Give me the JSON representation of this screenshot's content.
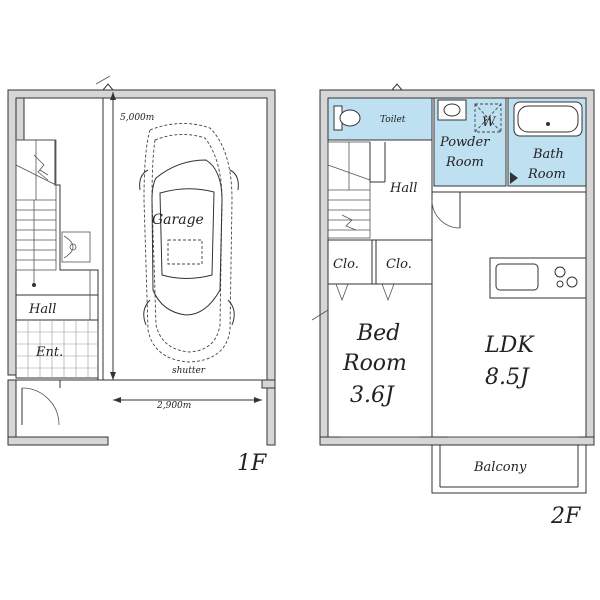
{
  "floor1": {
    "label": "1F",
    "rooms": {
      "garage": "Garage",
      "hall": "Hall",
      "entrance": "Ent."
    },
    "dim_depth": "5,000m",
    "dim_width": "2,900m",
    "shutter": "shutter"
  },
  "floor2": {
    "label": "2F",
    "rooms": {
      "toilet": "Toilet",
      "washer": "W",
      "powder_line1": "Powder",
      "powder_line2": "Room",
      "bath_line1": "Bath",
      "bath_line2": "Room",
      "hall": "Hall",
      "closet1": "Clo.",
      "closet2": "Clo.",
      "bed_line1": "Bed",
      "bed_line2": "Room",
      "bed_line3": "3.6J",
      "ldk_line1": "LDK",
      "ldk_line2": "8.5J",
      "balcony": "Balcony"
    }
  },
  "colors": {
    "wall": "#d6d6d6",
    "wet_area": "#bfe0f0",
    "line": "#333333"
  }
}
